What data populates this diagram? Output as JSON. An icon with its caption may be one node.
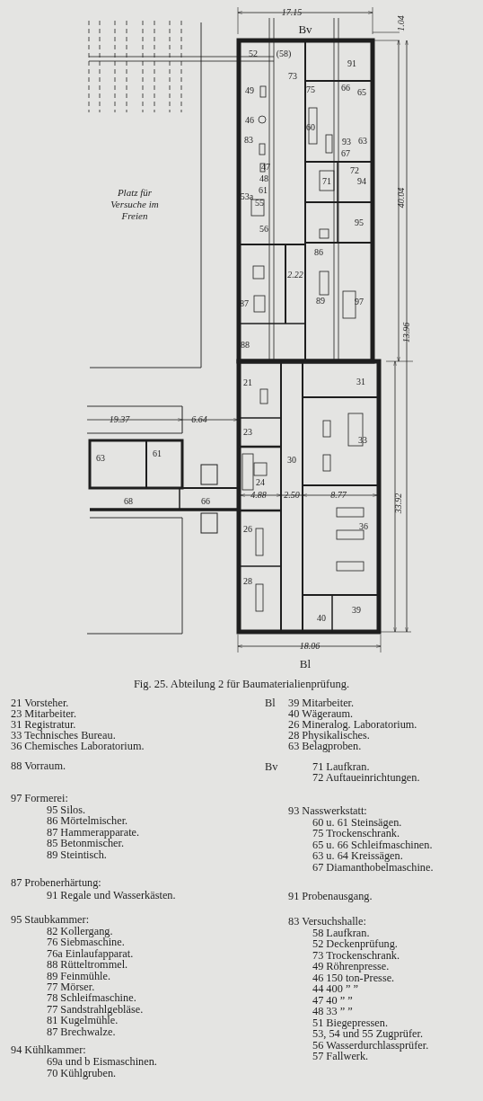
{
  "diagram": {
    "caption": "Fig. 25. Abteilung 2 für Baumaterialienprüfung.",
    "labels": [
      "17.15",
      "Bv",
      "1.04",
      "52",
      "(58)",
      "91",
      "73",
      "49",
      "75",
      "66",
      "65",
      "46",
      "60",
      "83",
      "93",
      "63",
      "67",
      "47",
      "72",
      "48",
      "71",
      "94",
      "61",
      "53a",
      "55",
      "95",
      "56",
      "86",
      "2.22",
      "87",
      "89",
      "97",
      "88",
      "21",
      "31",
      "19.37",
      "6.64",
      "23",
      "63",
      "61",
      "33",
      "30",
      "24",
      "4.88",
      "2.50",
      "8.77",
      "68",
      "66",
      "26",
      "36",
      "28",
      "40",
      "39",
      "18.06",
      "Bl",
      "40.04",
      "13.96",
      "33.92",
      "Platz für Versuche im Freien",
      "21 Vorsteher.",
      "23 Mitarbeiter.",
      "31 Registratur.",
      "33 Technisches Bureau.",
      "36 Chemisches Laboratorium.",
      "88 Vorraum.",
      "97 Formerei:",
      "95 Silos.",
      "86 Mörtelmischer.",
      "87 Hammerapparate.",
      "85 Betonmischer.",
      "89 Steintisch.",
      "87 Probenerhärtung:",
      "91 Regale und Wasserkästen.",
      "95 Staubkammer:",
      "82 Kollergang.",
      "76 Siebmaschine.",
      "76a Einlaufapparat.",
      "88 Rütteltrommel.",
      "89 Feinmühle.",
      "77 Mörser.",
      "78 Schleifmaschine.",
      "77 Sandstrahlgebläse.",
      "81 Kugelmühle.",
      "87 Brechwalze.",
      "94 Kühlkammer:",
      "69a und b Eismaschinen.",
      "70 Kühlgruben.",
      "Bl",
      "39 Mitarbeiter.",
      "40 Wägeraum.",
      "26 Mineralog. Laboratorium.",
      "28 Physikalisches.",
      "63 Belagproben.",
      "Bv",
      "71 Laufkran.",
      "72 Auftaueinrichtungen.",
      "93 Nasswerkstatt:",
      "60 u. 61 Steinsägen.",
      "75 Trockenschrank.",
      "65 u. 66 Schleifmaschinen.",
      "63 u. 64 Kreissägen.",
      "67 Diamanthobelmaschine.",
      "91 Probenausgang.",
      "83 Versuchshalle:",
      "58 Laufkran.",
      "52 Deckenprüfung.",
      "73 Trockenschrank.",
      "49 Röhrenpresse.",
      "46 150 ton-Presse.",
      "44 400 ” ”",
      "47 40 ” ”",
      "48 33 ” ”",
      "51 Biegepressen.",
      "53, 54 und 55 Zugprüfer.",
      "56 Wasserdurchlassprüfer.",
      "57 Fallwerk."
    ]
  }
}
